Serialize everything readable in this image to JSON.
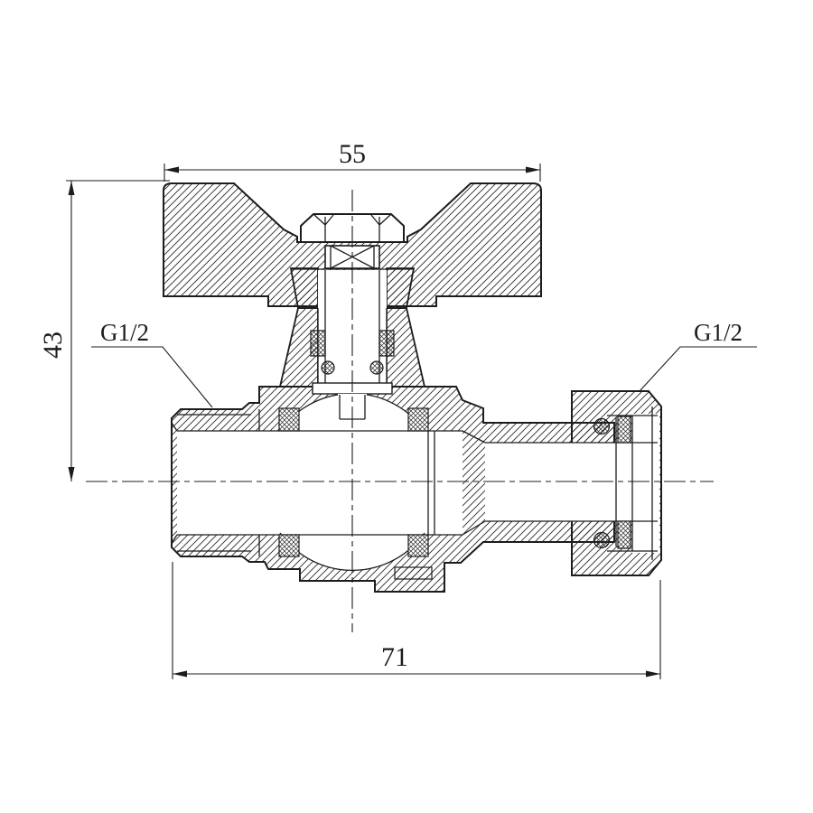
{
  "drawing": {
    "title": "Ball valve with butterfly handle - sectional technical drawing",
    "background_color": "#ffffff",
    "line_color": "#1c1c1c",
    "dimensions": {
      "handle_width": {
        "value": "55"
      },
      "height_to_axis": {
        "value": "43"
      },
      "overall_length": {
        "value": "71"
      }
    },
    "labels": {
      "left_thread": "G1/2",
      "right_thread": "G1/2"
    }
  }
}
